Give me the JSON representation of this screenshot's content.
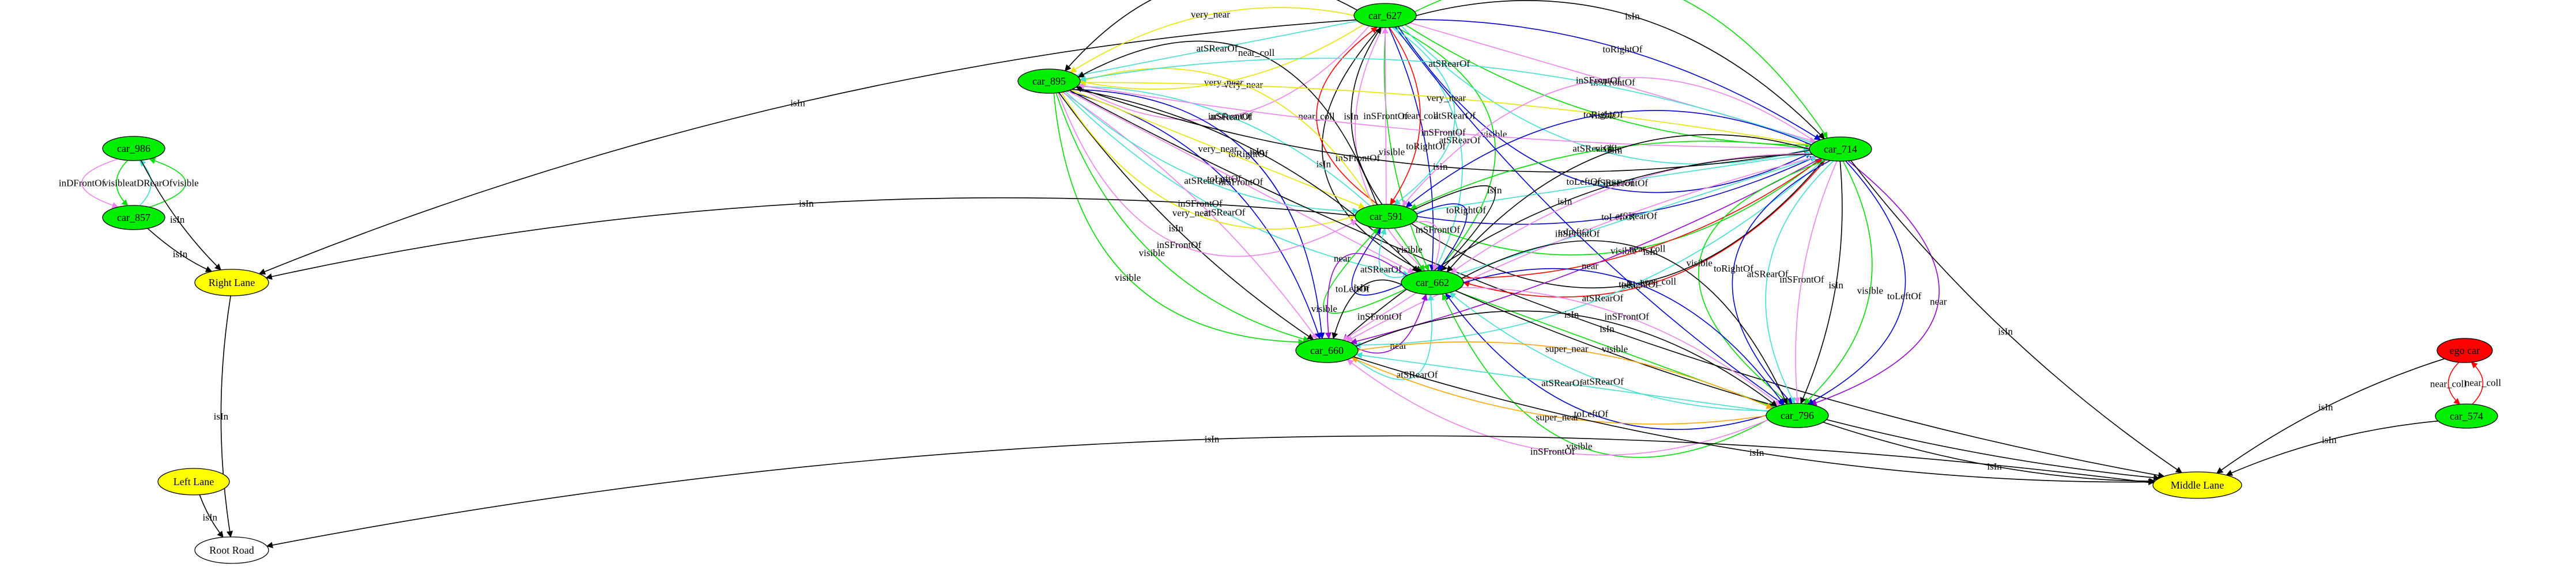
{
  "colors": {
    "black": "#000000",
    "green": "#00dd00",
    "red": "#ff0000",
    "blue": "#0000cc",
    "violet": "#ee82ee",
    "turquoise": "#40e0d0",
    "yellow": "#e6e600",
    "purple": "#9400d3",
    "orange": "#ffa500",
    "node_green": "#00ee00",
    "node_yellow": "#ffff00",
    "node_red": "#ff0000",
    "node_white": "#ffffff"
  },
  "nodes": [
    {
      "id": "car_627",
      "label": "car_627",
      "fill": "node_green"
    },
    {
      "id": "car_895",
      "label": "car_895",
      "fill": "node_green"
    },
    {
      "id": "car_986",
      "label": "car_986",
      "fill": "node_green"
    },
    {
      "id": "car_857",
      "label": "car_857",
      "fill": "node_green"
    },
    {
      "id": "car_714",
      "label": "car_714",
      "fill": "node_green"
    },
    {
      "id": "car_591",
      "label": "car_591",
      "fill": "node_green"
    },
    {
      "id": "car_662",
      "label": "car_662",
      "fill": "node_green"
    },
    {
      "id": "car_660",
      "label": "car_660",
      "fill": "node_green"
    },
    {
      "id": "car_796",
      "label": "car_796",
      "fill": "node_green"
    },
    {
      "id": "ego_car",
      "label": "ego car",
      "fill": "node_red"
    },
    {
      "id": "car_574",
      "label": "car_574",
      "fill": "node_green"
    },
    {
      "id": "right_lane",
      "label": "Right Lane",
      "fill": "node_yellow"
    },
    {
      "id": "left_lane",
      "label": "Left Lane",
      "fill": "node_yellow"
    },
    {
      "id": "middle_lane",
      "label": "Middle Lane",
      "fill": "node_yellow"
    },
    {
      "id": "root_road",
      "label": "Root Road",
      "fill": "node_white"
    }
  ],
  "edges": [
    {
      "from": "car_627",
      "to": "right_lane",
      "label": "isIn",
      "color": "black"
    },
    {
      "from": "car_627",
      "to": "car_895",
      "label": "inSFrontOf",
      "color": "violet"
    },
    {
      "from": "car_627",
      "to": "car_895",
      "label": "very_near",
      "color": "yellow"
    },
    {
      "from": "car_627",
      "to": "car_895",
      "label": "atSRearOf",
      "color": "turquoise"
    },
    {
      "from": "car_627",
      "to": "car_895",
      "label": "very_near",
      "color": "yellow"
    },
    {
      "from": "car_627",
      "to": "car_895",
      "label": "isIn",
      "color": "black"
    },
    {
      "from": "car_627",
      "to": "car_662",
      "label": "visible",
      "color": "green"
    },
    {
      "from": "car_627",
      "to": "car_662",
      "label": "atSRearOf",
      "color": "turquoise"
    },
    {
      "from": "car_627",
      "to": "car_662",
      "label": "toRightOf",
      "color": "blue"
    },
    {
      "from": "car_627",
      "to": "car_662",
      "label": "visible",
      "color": "green"
    },
    {
      "from": "car_627",
      "to": "car_662",
      "label": "inSFrontOf",
      "color": "violet"
    },
    {
      "from": "car_627",
      "to": "car_714",
      "label": "visible",
      "color": "green"
    },
    {
      "from": "car_627",
      "to": "car_714",
      "label": "isIn",
      "color": "black"
    },
    {
      "from": "car_627",
      "to": "car_714",
      "label": "toRightOf",
      "color": "blue"
    },
    {
      "from": "car_627",
      "to": "car_714",
      "label": "inSFrontOf",
      "color": "violet"
    },
    {
      "from": "car_627",
      "to": "car_714",
      "label": "visible",
      "color": "green"
    },
    {
      "from": "car_627",
      "to": "car_714",
      "label": "atSRearOf",
      "color": "turquoise"
    },
    {
      "from": "car_627",
      "to": "car_714",
      "label": "toLeftOf",
      "color": "blue"
    },
    {
      "from": "car_627",
      "to": "car_662",
      "label": "isIn",
      "color": "black"
    },
    {
      "from": "car_627",
      "to": "car_796",
      "label": "toLeftOf",
      "color": "blue"
    },
    {
      "from": "car_591",
      "to": "car_627",
      "label": "near_coll",
      "color": "red"
    },
    {
      "from": "car_591",
      "to": "car_627",
      "label": "isIn",
      "color": "black"
    },
    {
      "from": "car_591",
      "to": "car_627",
      "label": "inSFrontOf",
      "color": "violet"
    },
    {
      "from": "car_627",
      "to": "car_591",
      "label": "near_coll",
      "color": "red"
    },
    {
      "from": "car_627",
      "to": "car_591",
      "label": "atSRearOf",
      "color": "turquoise"
    },
    {
      "from": "car_986",
      "to": "car_857",
      "label": "inDFrontOf",
      "color": "violet"
    },
    {
      "from": "car_986",
      "to": "car_857",
      "label": "visible",
      "color": "green"
    },
    {
      "from": "car_857",
      "to": "car_986",
      "label": "atDRearOf",
      "color": "turquoise"
    },
    {
      "from": "car_857",
      "to": "car_986",
      "label": "visible",
      "color": "green"
    },
    {
      "from": "car_986",
      "to": "right_lane",
      "label": "isIn",
      "color": "black"
    },
    {
      "from": "car_857",
      "to": "right_lane",
      "label": "isIn",
      "color": "black"
    },
    {
      "from": "car_895",
      "to": "car_662",
      "label": "atSRearOf",
      "color": "turquoise"
    },
    {
      "from": "car_895",
      "to": "car_660",
      "label": "visible",
      "color": "green"
    },
    {
      "from": "car_895",
      "to": "car_660",
      "label": "visible",
      "color": "green"
    },
    {
      "from": "car_895",
      "to": "car_660",
      "label": "isIn",
      "color": "black"
    },
    {
      "from": "car_895",
      "to": "car_660",
      "label": "inSFrontOf",
      "color": "violet"
    },
    {
      "from": "car_895",
      "to": "car_660",
      "label": "toLeftOf",
      "color": "blue"
    },
    {
      "from": "car_895",
      "to": "car_660",
      "label": "toRightOf",
      "color": "blue"
    },
    {
      "from": "car_895",
      "to": "car_591",
      "label": "inSFrontOf",
      "color": "violet"
    },
    {
      "from": "car_895",
      "to": "car_591",
      "label": "very_near",
      "color": "yellow"
    },
    {
      "from": "car_895",
      "to": "car_591",
      "label": "atSRearOf",
      "color": "turquoise"
    },
    {
      "from": "car_895",
      "to": "car_591",
      "label": "very_near",
      "color": "yellow"
    },
    {
      "from": "car_895",
      "to": "car_662",
      "label": "inSFrontOf",
      "color": "violet"
    },
    {
      "from": "car_895",
      "to": "car_662",
      "label": "isIn",
      "color": "black"
    },
    {
      "from": "car_895",
      "to": "middle_lane",
      "label": "isIn",
      "color": "black"
    },
    {
      "from": "car_591",
      "to": "car_895",
      "label": "atSRearOf",
      "color": "turquoise"
    },
    {
      "from": "car_591",
      "to": "car_895",
      "label": "very_near",
      "color": "yellow"
    },
    {
      "from": "car_591",
      "to": "car_895",
      "label": "near_coll",
      "color": "black"
    },
    {
      "from": "car_714",
      "to": "car_895",
      "label": "isIn",
      "color": "black"
    },
    {
      "from": "car_714",
      "to": "car_895",
      "label": "inSFrontOf",
      "color": "violet"
    },
    {
      "from": "car_714",
      "to": "car_895",
      "label": "very_near",
      "color": "yellow"
    },
    {
      "from": "car_714",
      "to": "car_895",
      "label": "atSRearOf",
      "color": "turquoise"
    },
    {
      "from": "car_714",
      "to": "car_591",
      "label": "inSFrontOf",
      "color": "violet"
    },
    {
      "from": "car_714",
      "to": "car_591",
      "label": "toRightOf",
      "color": "blue"
    },
    {
      "from": "car_714",
      "to": "car_591",
      "label": "visible",
      "color": "green"
    },
    {
      "from": "car_591",
      "to": "car_714",
      "label": "atSRearOf",
      "color": "turquoise"
    },
    {
      "from": "car_591",
      "to": "car_714",
      "label": "toLeftOf",
      "color": "blue"
    },
    {
      "from": "car_591",
      "to": "car_714",
      "label": "visible",
      "color": "green"
    },
    {
      "from": "car_591",
      "to": "car_714",
      "label": "isIn",
      "color": "black"
    },
    {
      "from": "car_714",
      "to": "car_662",
      "label": "isIn",
      "color": "black"
    },
    {
      "from": "car_714",
      "to": "car_662",
      "label": "inSFrontOf",
      "color": "violet"
    },
    {
      "from": "car_662",
      "to": "car_714",
      "label": "atSRearOf",
      "color": "turquoise"
    },
    {
      "from": "car_662",
      "to": "car_714",
      "label": "near_coll",
      "color": "red"
    },
    {
      "from": "car_714",
      "to": "car_662",
      "label": "near_coll",
      "color": "red"
    },
    {
      "from": "car_714",
      "to": "car_660",
      "label": "isIn",
      "color": "black"
    },
    {
      "from": "car_714",
      "to": "car_660",
      "label": "inSFrontOf",
      "color": "violet"
    },
    {
      "from": "car_714",
      "to": "car_660",
      "label": "near",
      "color": "purple"
    },
    {
      "from": "car_714",
      "to": "car_660",
      "label": "atSRearOf",
      "color": "turquoise"
    },
    {
      "from": "car_714",
      "to": "car_796",
      "label": "near",
      "color": "purple"
    },
    {
      "from": "car_714",
      "to": "car_796",
      "label": "toLeftOf",
      "color": "blue"
    },
    {
      "from": "car_714",
      "to": "car_796",
      "label": "visible",
      "color": "green"
    },
    {
      "from": "car_714",
      "to": "car_796",
      "label": "isIn",
      "color": "black"
    },
    {
      "from": "car_714",
      "to": "car_796",
      "label": "inSFrontOf",
      "color": "violet"
    },
    {
      "from": "car_714",
      "to": "car_796",
      "label": "atSRearOf",
      "color": "turquoise"
    },
    {
      "from": "car_714",
      "to": "car_796",
      "label": "toRightOf",
      "color": "blue"
    },
    {
      "from": "car_714",
      "to": "car_796",
      "label": "visible",
      "color": "green"
    },
    {
      "from": "car_714",
      "to": "middle_lane",
      "label": "isIn",
      "color": "black"
    },
    {
      "from": "car_591",
      "to": "right_lane",
      "label": "isIn",
      "color": "black"
    },
    {
      "from": "car_591",
      "to": "car_662",
      "label": "isIn",
      "color": "black"
    },
    {
      "from": "car_591",
      "to": "car_662",
      "label": "toRightOf",
      "color": "blue"
    },
    {
      "from": "car_591",
      "to": "car_662",
      "label": "inSFrontOf",
      "color": "violet"
    },
    {
      "from": "car_591",
      "to": "car_662",
      "label": "visible",
      "color": "green"
    },
    {
      "from": "car_662",
      "to": "car_591",
      "label": "atSRearOf",
      "color": "turquoise"
    },
    {
      "from": "car_662",
      "to": "car_591",
      "label": "toLeftOf",
      "color": "blue"
    },
    {
      "from": "car_662",
      "to": "car_591",
      "label": "visible",
      "color": "green"
    },
    {
      "from": "car_662",
      "to": "car_660",
      "label": "near",
      "color": "purple"
    },
    {
      "from": "car_662",
      "to": "car_660",
      "label": "isIn",
      "color": "black"
    },
    {
      "from": "car_662",
      "to": "car_660",
      "label": "inSFrontOf",
      "color": "violet"
    },
    {
      "from": "car_660",
      "to": "car_662",
      "label": "near",
      "color": "purple"
    },
    {
      "from": "car_660",
      "to": "car_662",
      "label": "atSRearOf",
      "color": "turquoise"
    },
    {
      "from": "car_662",
      "to": "car_796",
      "label": "isIn",
      "color": "black"
    },
    {
      "from": "car_662",
      "to": "car_796",
      "label": "toRightOf",
      "color": "blue"
    },
    {
      "from": "car_662",
      "to": "car_796",
      "label": "inSFrontOf",
      "color": "violet"
    },
    {
      "from": "car_662",
      "to": "car_796",
      "label": "visible",
      "color": "green"
    },
    {
      "from": "car_796",
      "to": "car_662",
      "label": "atSRearOf",
      "color": "turquoise"
    },
    {
      "from": "car_796",
      "to": "car_662",
      "label": "toLeftOf",
      "color": "blue"
    },
    {
      "from": "car_796",
      "to": "car_662",
      "label": "visible",
      "color": "green"
    },
    {
      "from": "car_662",
      "to": "middle_lane",
      "label": "isIn",
      "color": "black"
    },
    {
      "from": "car_660",
      "to": "car_796",
      "label": "isIn",
      "color": "black"
    },
    {
      "from": "car_660",
      "to": "car_796",
      "label": "super_near",
      "color": "orange"
    },
    {
      "from": "car_796",
      "to": "car_660",
      "label": "atSRearOf",
      "color": "turquoise"
    },
    {
      "from": "car_796",
      "to": "car_660",
      "label": "super_near",
      "color": "orange"
    },
    {
      "from": "car_796",
      "to": "car_660",
      "label": "inSFrontOf",
      "color": "violet"
    },
    {
      "from": "car_660",
      "to": "middle_lane",
      "label": "isIn",
      "color": "black"
    },
    {
      "from": "car_796",
      "to": "middle_lane",
      "label": "isIn",
      "color": "black"
    },
    {
      "from": "ego_car",
      "to": "car_574",
      "label": "near_coll",
      "color": "red"
    },
    {
      "from": "car_574",
      "to": "ego_car",
      "label": "near_coll",
      "color": "red"
    },
    {
      "from": "ego_car",
      "to": "middle_lane",
      "label": "isIn",
      "color": "black"
    },
    {
      "from": "car_574",
      "to": "middle_lane",
      "label": "isIn",
      "color": "black"
    },
    {
      "from": "right_lane",
      "to": "root_road",
      "label": "isIn",
      "color": "black"
    },
    {
      "from": "left_lane",
      "to": "root_road",
      "label": "isIn",
      "color": "black"
    },
    {
      "from": "middle_lane",
      "to": "root_road",
      "label": "isIn",
      "color": "black"
    }
  ]
}
